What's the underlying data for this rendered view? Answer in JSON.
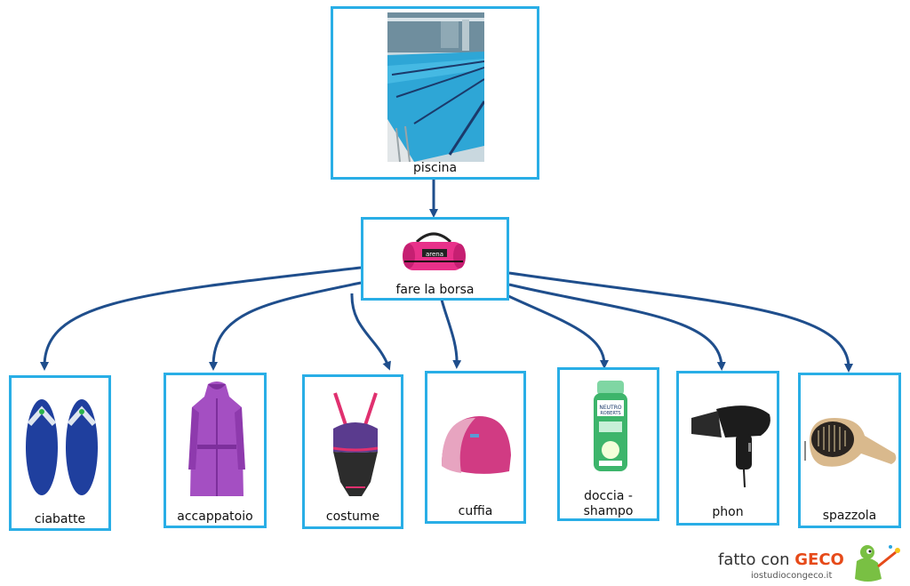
{
  "root": {
    "label": "piscina",
    "icon": "pool-photo"
  },
  "middle": {
    "label": "fare la borsa",
    "icon": "sports-bag-icon"
  },
  "items": [
    {
      "label": "ciabatte",
      "icon": "flip-flops-icon"
    },
    {
      "label": "accappatoio",
      "icon": "bathrobe-icon"
    },
    {
      "label": "costume",
      "icon": "swimsuit-icon"
    },
    {
      "label": "cuffia",
      "icon": "swim-cap-icon"
    },
    {
      "label": "doccia -\nshampo",
      "label_line1": "doccia -",
      "label_line2": "shampo",
      "icon": "shampoo-bottle-icon"
    },
    {
      "label": "phon",
      "icon": "hair-dryer-icon"
    },
    {
      "label": "spazzola",
      "icon": "hair-brush-icon"
    }
  ],
  "footer": {
    "made_with": "fatto con",
    "brand": "GECO",
    "site": "iostudiocongeco.it"
  },
  "colors": {
    "border": "#29aee6",
    "arrow": "#1f4e8c",
    "brand": "#e64a19"
  }
}
